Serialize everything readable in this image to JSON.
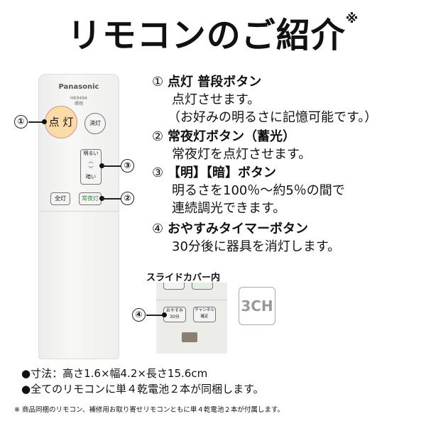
{
  "title": "リモコンのご紹介",
  "title_mark": "※",
  "remote": {
    "brand": "Panasonic",
    "model": "HK9494",
    "model_sub": "照明",
    "buttons": {
      "on": "点 灯",
      "off": "消灯",
      "brighter": "明るい",
      "up": "︿",
      "down": "﹀",
      "darker": "暗い",
      "all": "全灯",
      "night": "常夜灯"
    }
  },
  "callouts": [
    "①",
    "②",
    "③",
    "④"
  ],
  "descriptions": [
    {
      "num": "①",
      "heading": "点灯 普段ボタン",
      "lines": [
        "点灯させます。",
        "（お好みの明るさに記憶可能です。）"
      ]
    },
    {
      "num": "②",
      "heading": "常夜灯ボタン（蓄光）",
      "lines": [
        "常夜灯を点灯させます。"
      ]
    },
    {
      "num": "③",
      "heading": "【明】【暗】ボタン",
      "lines": [
        "明るさを100％～約5％の間で",
        "連続調光できます。"
      ]
    },
    {
      "num": "④",
      "heading": "おやすみタイマーボタン",
      "lines": [
        "30分後に器具を消灯します。"
      ]
    }
  ],
  "slide_cover": {
    "label": "スライドカバー内",
    "sleep_button": "おやすみ",
    "sleep_sub": "30分",
    "channel_button": "チャンネル",
    "channel_sub": "確定"
  },
  "channel_badge": "3CH",
  "footer": {
    "dimensions": "●寸法：高さ1.6×幅4.2×長さ15.6cm",
    "batteries": "●全てのリモコンに単４乾電池２本が同梱します。",
    "note": "※ 商品同梱のリモコン、補修用お取り寄せリモコンともに単４乾電池２本が付属します。"
  }
}
